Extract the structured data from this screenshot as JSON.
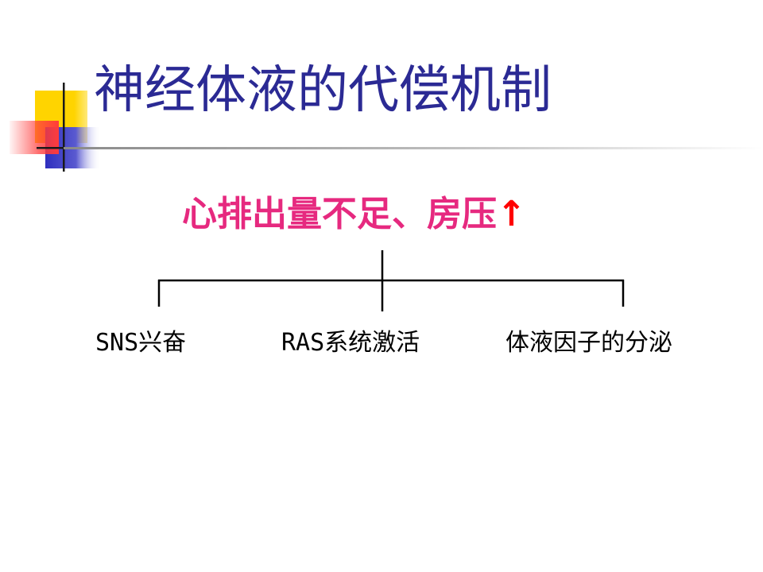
{
  "slide": {
    "title": "神经体液的代偿机制",
    "cause": {
      "text": "心排出量不足、房压",
      "arrow": "↑",
      "text_color": "#e6297f",
      "arrow_color": "#ff0000"
    },
    "branches": [
      {
        "label": "SNS兴奋"
      },
      {
        "label": "RAS系统激活"
      },
      {
        "label": "体液因子的分泌"
      }
    ],
    "colors": {
      "title": "#2b2a94",
      "deco_yellow": "#ffd400",
      "deco_red": "#ff3b3b",
      "deco_blue": "#2f2fbf"
    }
  }
}
